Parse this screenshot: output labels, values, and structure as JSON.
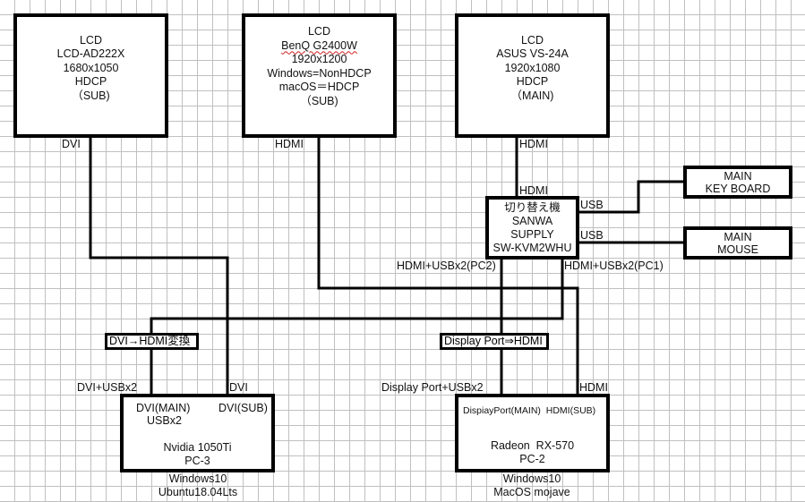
{
  "diagram": {
    "monitors": [
      {
        "id": "lcd1",
        "lines": [
          "LCD",
          "LCD-AD222X",
          "1680x1050",
          "HDCP",
          "（SUB)"
        ],
        "port_label": "DVI"
      },
      {
        "id": "lcd2",
        "lines": [
          "LCD",
          "BenQ G2400W",
          "1920x1200",
          "Windows=NonHDCP",
          "macOS＝HDCP",
          "（SUB)"
        ],
        "port_label": "HDMI"
      },
      {
        "id": "lcd3",
        "lines": [
          "LCD",
          "ASUS VS-24A",
          "1920x1080",
          "HDCP",
          "（MAIN)"
        ],
        "port_label": "HDMI"
      }
    ],
    "switch": {
      "lines": [
        "切り替え機",
        "SANWA",
        "SUPPLY",
        "SW-KVM2WHU"
      ],
      "input_label": "HDMI",
      "usb_label_1": "USB",
      "usb_label_2": "USB",
      "pc2_label": "HDMI+USBx2(PC2)",
      "pc1_label": "HDMI+USBx2(PC1)"
    },
    "keyboard": {
      "lines": [
        "MAIN",
        "KEY BOARD"
      ]
    },
    "mouse": {
      "lines": [
        "MAIN",
        "MOUSE"
      ]
    },
    "adapters": {
      "dvi_hdmi": "DVI→HDMI変換",
      "dp_hdmi": "Display Port⇒HDMI"
    },
    "pc3": {
      "port_main": "DVI(MAIN)",
      "port_usb": "USBx2",
      "port_sub": "DVI(SUB)",
      "gpu": "Nvidia 1050Ti",
      "name": "PC-3",
      "cable_main": "DVI+USBx2",
      "cable_sub": "DVI",
      "os": [
        "Windows10",
        "Ubuntu18.04Lts"
      ]
    },
    "pc2": {
      "ports": "DispiayPort(MAIN)  HDMI(SUB)",
      "gpu": "Radeon  RX-570",
      "name": "PC-2",
      "cable_main": "Display Port+USBx2",
      "cable_sub": "HDMI",
      "os": [
        "Windows10",
        "MacOS mojave"
      ]
    },
    "colors": {
      "line": "#000000",
      "grid": "#c0c0c0",
      "background": "#ffffff",
      "spellcheck": "#d02020"
    }
  }
}
